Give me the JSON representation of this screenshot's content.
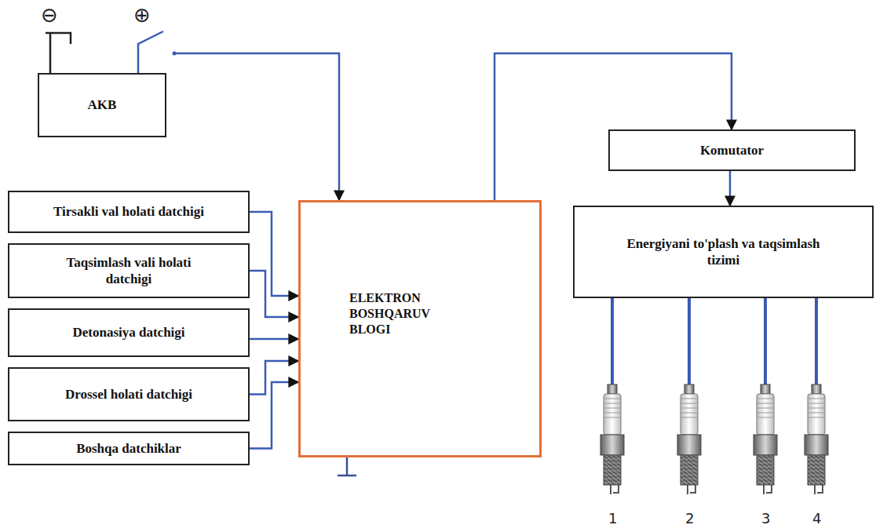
{
  "diagram": {
    "nodes": [
      {
        "text": [
          "AKB"
        ]
      },
      {
        "text": [
          "Tirsakli val holati datchigi"
        ]
      },
      {
        "text": [
          "Taqsimlash vali holati datchigi"
        ]
      },
      {
        "text": [
          "Detonasiya datchigi"
        ]
      },
      {
        "text": [
          "Drossel holati datchigi"
        ]
      },
      {
        "text": [
          "Boshqa datchiklar"
        ]
      },
      {
        "text": [
          "ELEKTRON BOSHQARUV BLOGI"
        ]
      },
      {
        "text": [
          "Komutator"
        ]
      },
      {
        "text": [
          "Energiyani to'plash va taqsimlash tizimi"
        ]
      }
    ],
    "edges": [
      {
        "from": 0,
        "to": 6,
        "arrow": "to"
      },
      {
        "from": 1,
        "to": 6,
        "arrow": "to"
      },
      {
        "from": 2,
        "to": 6,
        "arrow": "to"
      },
      {
        "from": 3,
        "to": 6,
        "arrow": "to"
      },
      {
        "from": 4,
        "to": 6,
        "arrow": "to"
      },
      {
        "from": 5,
        "to": 6,
        "arrow": "to"
      },
      {
        "from": 6,
        "to": 7,
        "arrow": "to"
      },
      {
        "from": 7,
        "to": 8,
        "arrow": "to"
      }
    ],
    "labels": [
      "⊖",
      "⊕",
      "1",
      "2",
      "3",
      "4"
    ]
  }
}
